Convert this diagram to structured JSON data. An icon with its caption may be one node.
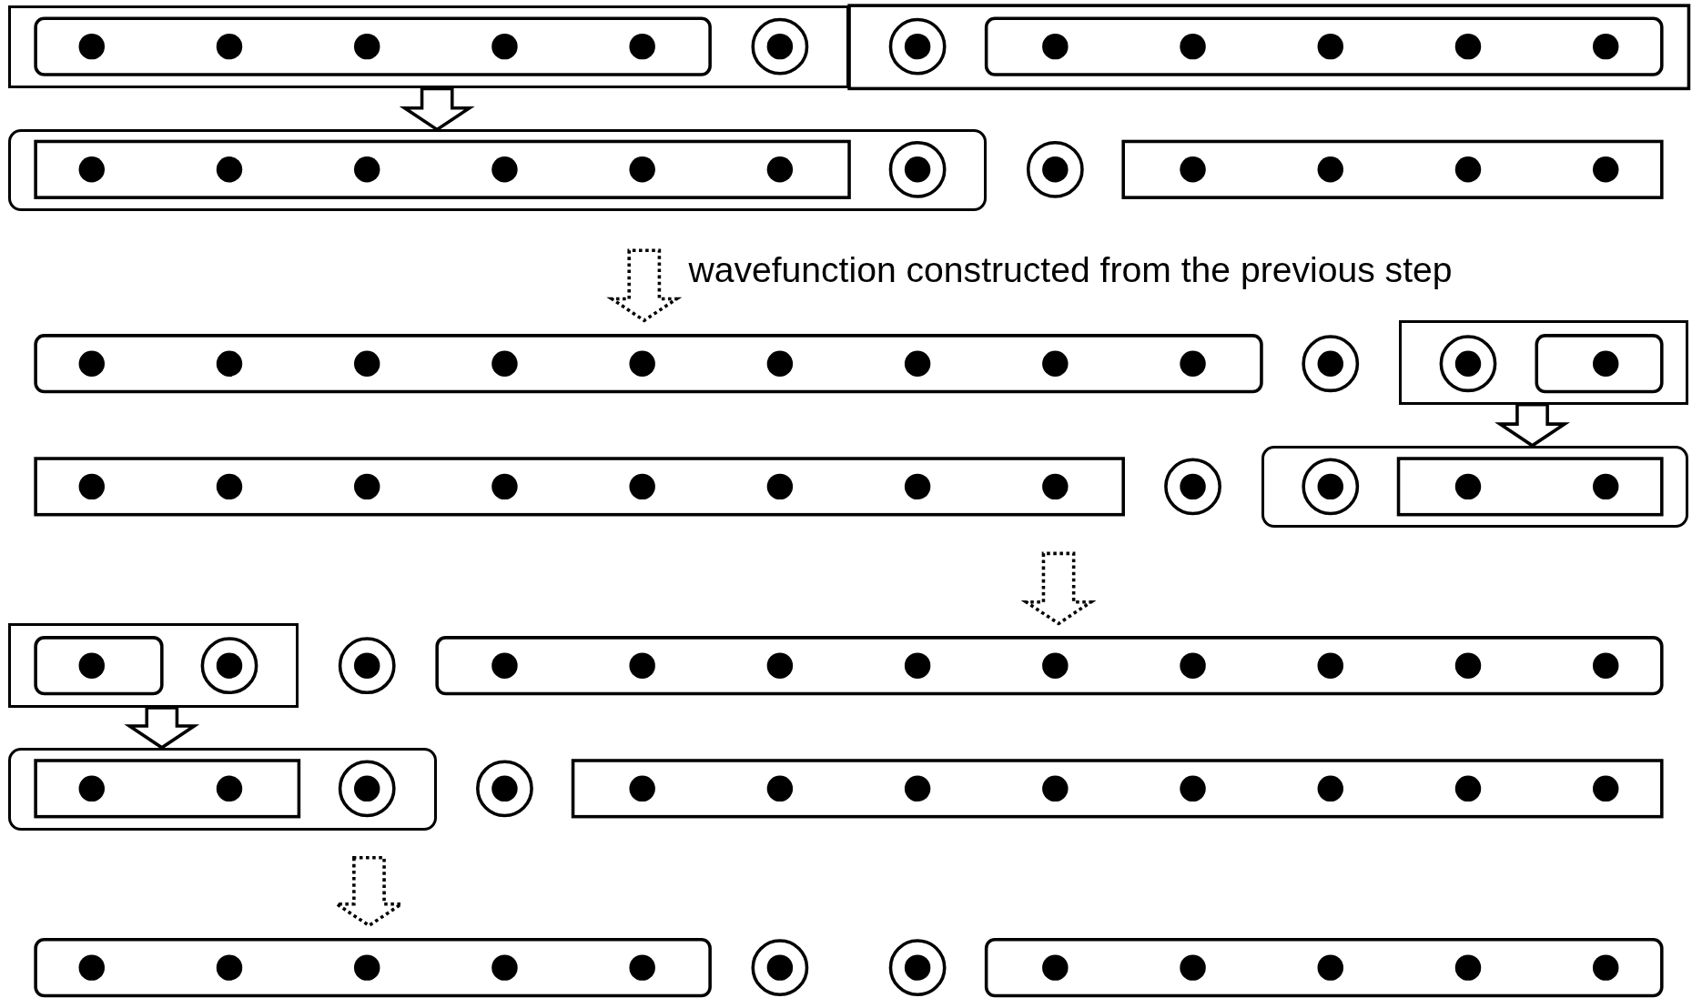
{
  "diagram": {
    "nodes": [
      {
        "text": [],
        "shape": "box"
      },
      {
        "text": [],
        "shape": "box"
      },
      {
        "text": [],
        "shape": "box"
      },
      {
        "text": [],
        "shape": "box"
      },
      {
        "text": [],
        "shape": "box"
      },
      {
        "text": [],
        "shape": "box"
      }
    ],
    "edges": [
      {
        "from": 0,
        "to": 1,
        "arrow": "to"
      },
      {
        "from": 2,
        "to": 3,
        "arrow": "to"
      },
      {
        "from": 4,
        "to": 5,
        "arrow": "to"
      }
    ],
    "labels": [
      "wavefunction constructed from the previous step"
    ]
  }
}
